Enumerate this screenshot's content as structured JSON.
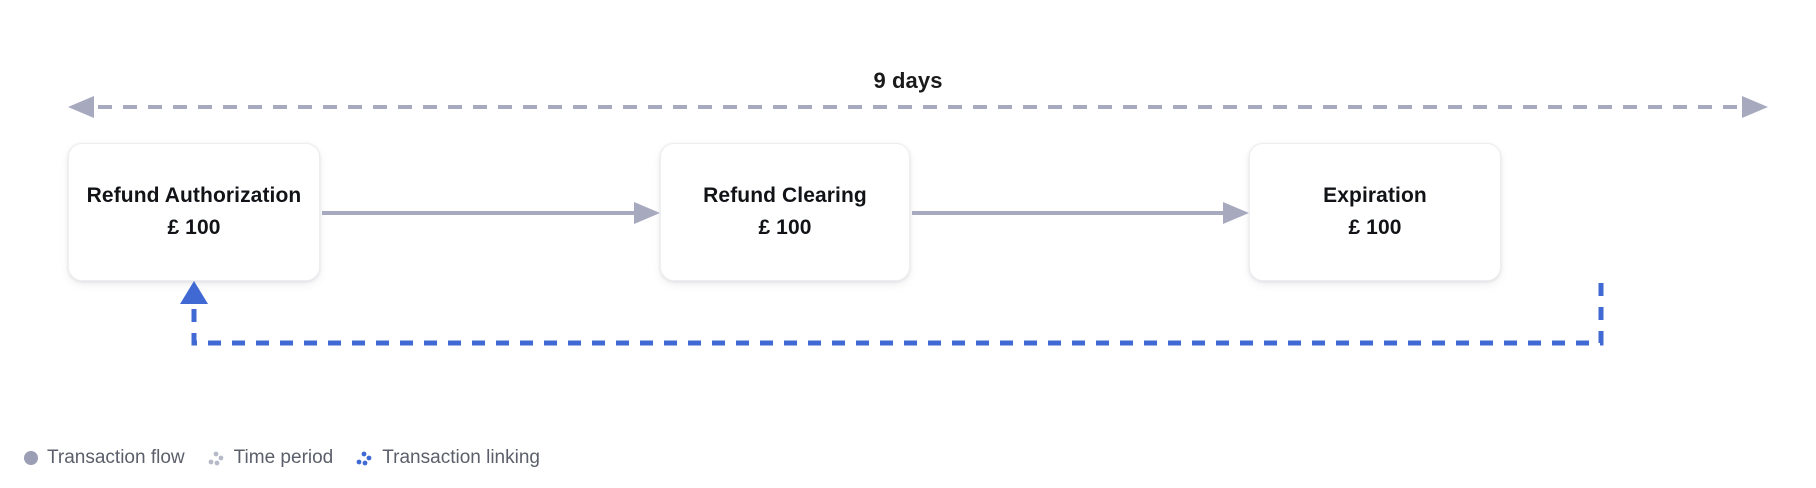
{
  "diagram": {
    "timeline": {
      "label": "9 days",
      "arrow_color": "#a7a9bf",
      "line_style": "dashed",
      "direction": "both"
    },
    "nodes": [
      {
        "id": "refund-authorization",
        "title": "Refund Authorization",
        "amount": "£ 100"
      },
      {
        "id": "refund-clearing",
        "title": "Refund Clearing",
        "amount": "£ 100"
      },
      {
        "id": "expiration",
        "title": "Expiration",
        "amount": "£ 100"
      }
    ],
    "flow_arrows": [
      {
        "from": "refund-authorization",
        "to": "refund-clearing",
        "color": "#a7a9bf"
      },
      {
        "from": "refund-clearing",
        "to": "expiration",
        "color": "#a7a9bf"
      }
    ],
    "linking_arrow": {
      "from": "expiration",
      "to": "refund-authorization",
      "color": "#4169d4",
      "line_style": "dashed"
    },
    "legend": [
      {
        "label": "Transaction flow",
        "marker": "solid-dot",
        "color": "#9b9eb4"
      },
      {
        "label": "Time period",
        "marker": "dotted-dot",
        "color": "#b7bac9"
      },
      {
        "label": "Transaction linking",
        "marker": "dotted-dot",
        "color": "#4169d4"
      }
    ]
  },
  "colors": {
    "flow": "#a7a9bf",
    "timeline": "#a7a9bf",
    "linking": "#4169d4",
    "text": "#111317",
    "legend_text": "#5b5f6b",
    "background": "#ffffff"
  }
}
